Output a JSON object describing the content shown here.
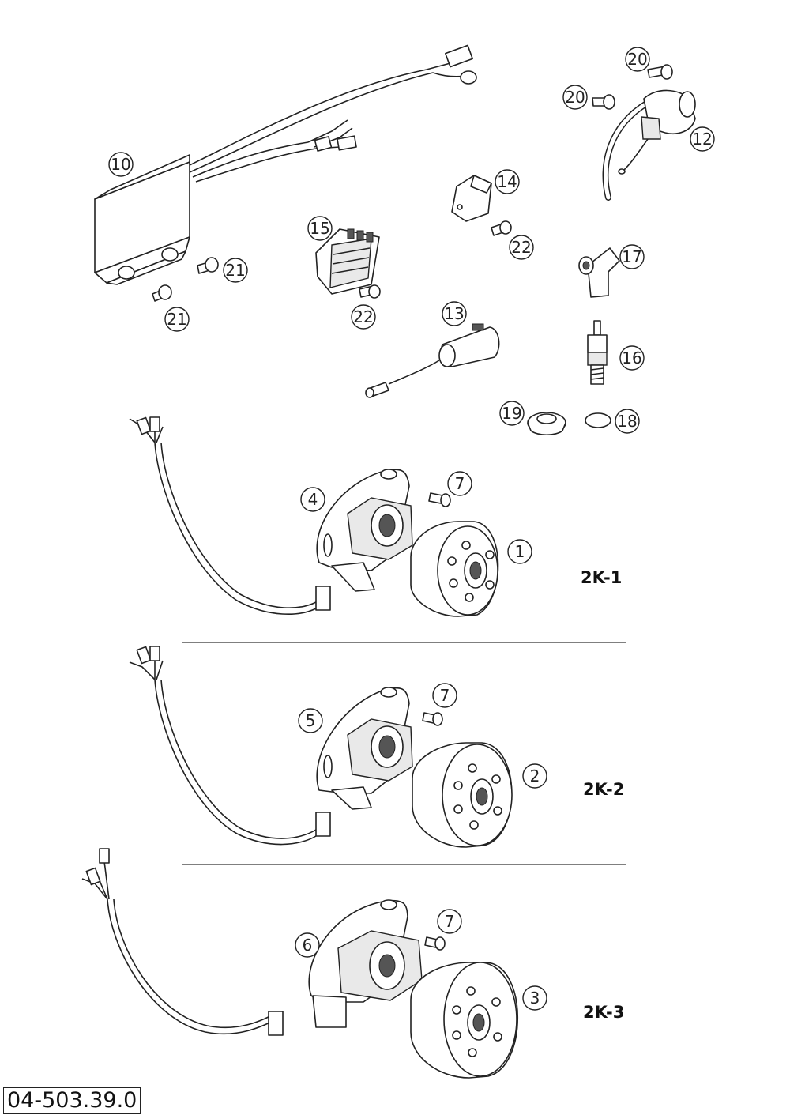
{
  "callouts": {
    "c1": "1",
    "c2": "2",
    "c3": "3",
    "c4": "4",
    "c5": "5",
    "c6": "6",
    "c7a": "7",
    "c7b": "7",
    "c7c": "7",
    "c10": "10",
    "c12": "12",
    "c13": "13",
    "c14": "14",
    "c15": "15",
    "c16": "16",
    "c17": "17",
    "c18": "18",
    "c19": "19",
    "c20a": "20",
    "c20b": "20",
    "c21a": "21",
    "c21b": "21",
    "c22a": "22",
    "c22b": "22"
  },
  "variants": {
    "v1": "2K-1",
    "v2": "2K-2",
    "v3": "2K-3"
  },
  "drawing_number": "04-503.39.0"
}
